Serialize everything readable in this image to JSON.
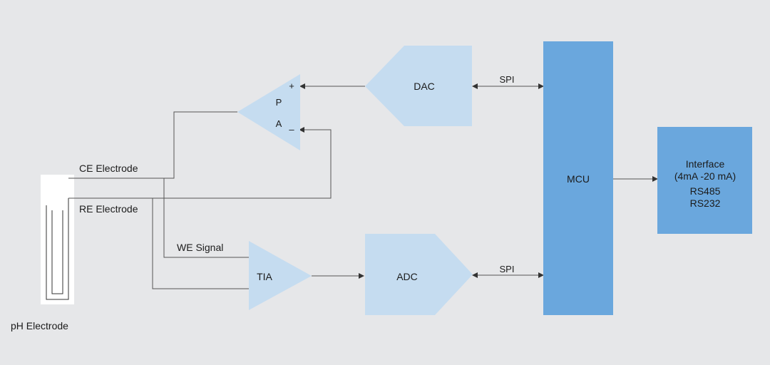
{
  "diagram": {
    "colors": {
      "background": "#e6e7e9",
      "light_block": "#c5dcf0",
      "dark_block": "#6aa7dd",
      "line": "#555555",
      "electrode_box": "#ffffff",
      "text": "#1b1b1b"
    },
    "blocks": {
      "dac": "DAC",
      "adc": "ADC",
      "tia": "TIA",
      "mcu": "MCU",
      "pa_p": "P",
      "pa_a": "A",
      "pa_plus": "+",
      "pa_minus": "–"
    },
    "interface": {
      "line1": "Interface",
      "line2": "(4mA -20 mA)",
      "line3": "RS485",
      "line4": "RS232"
    },
    "links": {
      "spi_top": "SPI",
      "spi_bottom": "SPI"
    },
    "labels": {
      "ce_electrode": "CE Electrode",
      "re_electrode": "RE Electrode",
      "we_signal": "WE Signal",
      "ph_electrode": "pH Electrode"
    }
  }
}
